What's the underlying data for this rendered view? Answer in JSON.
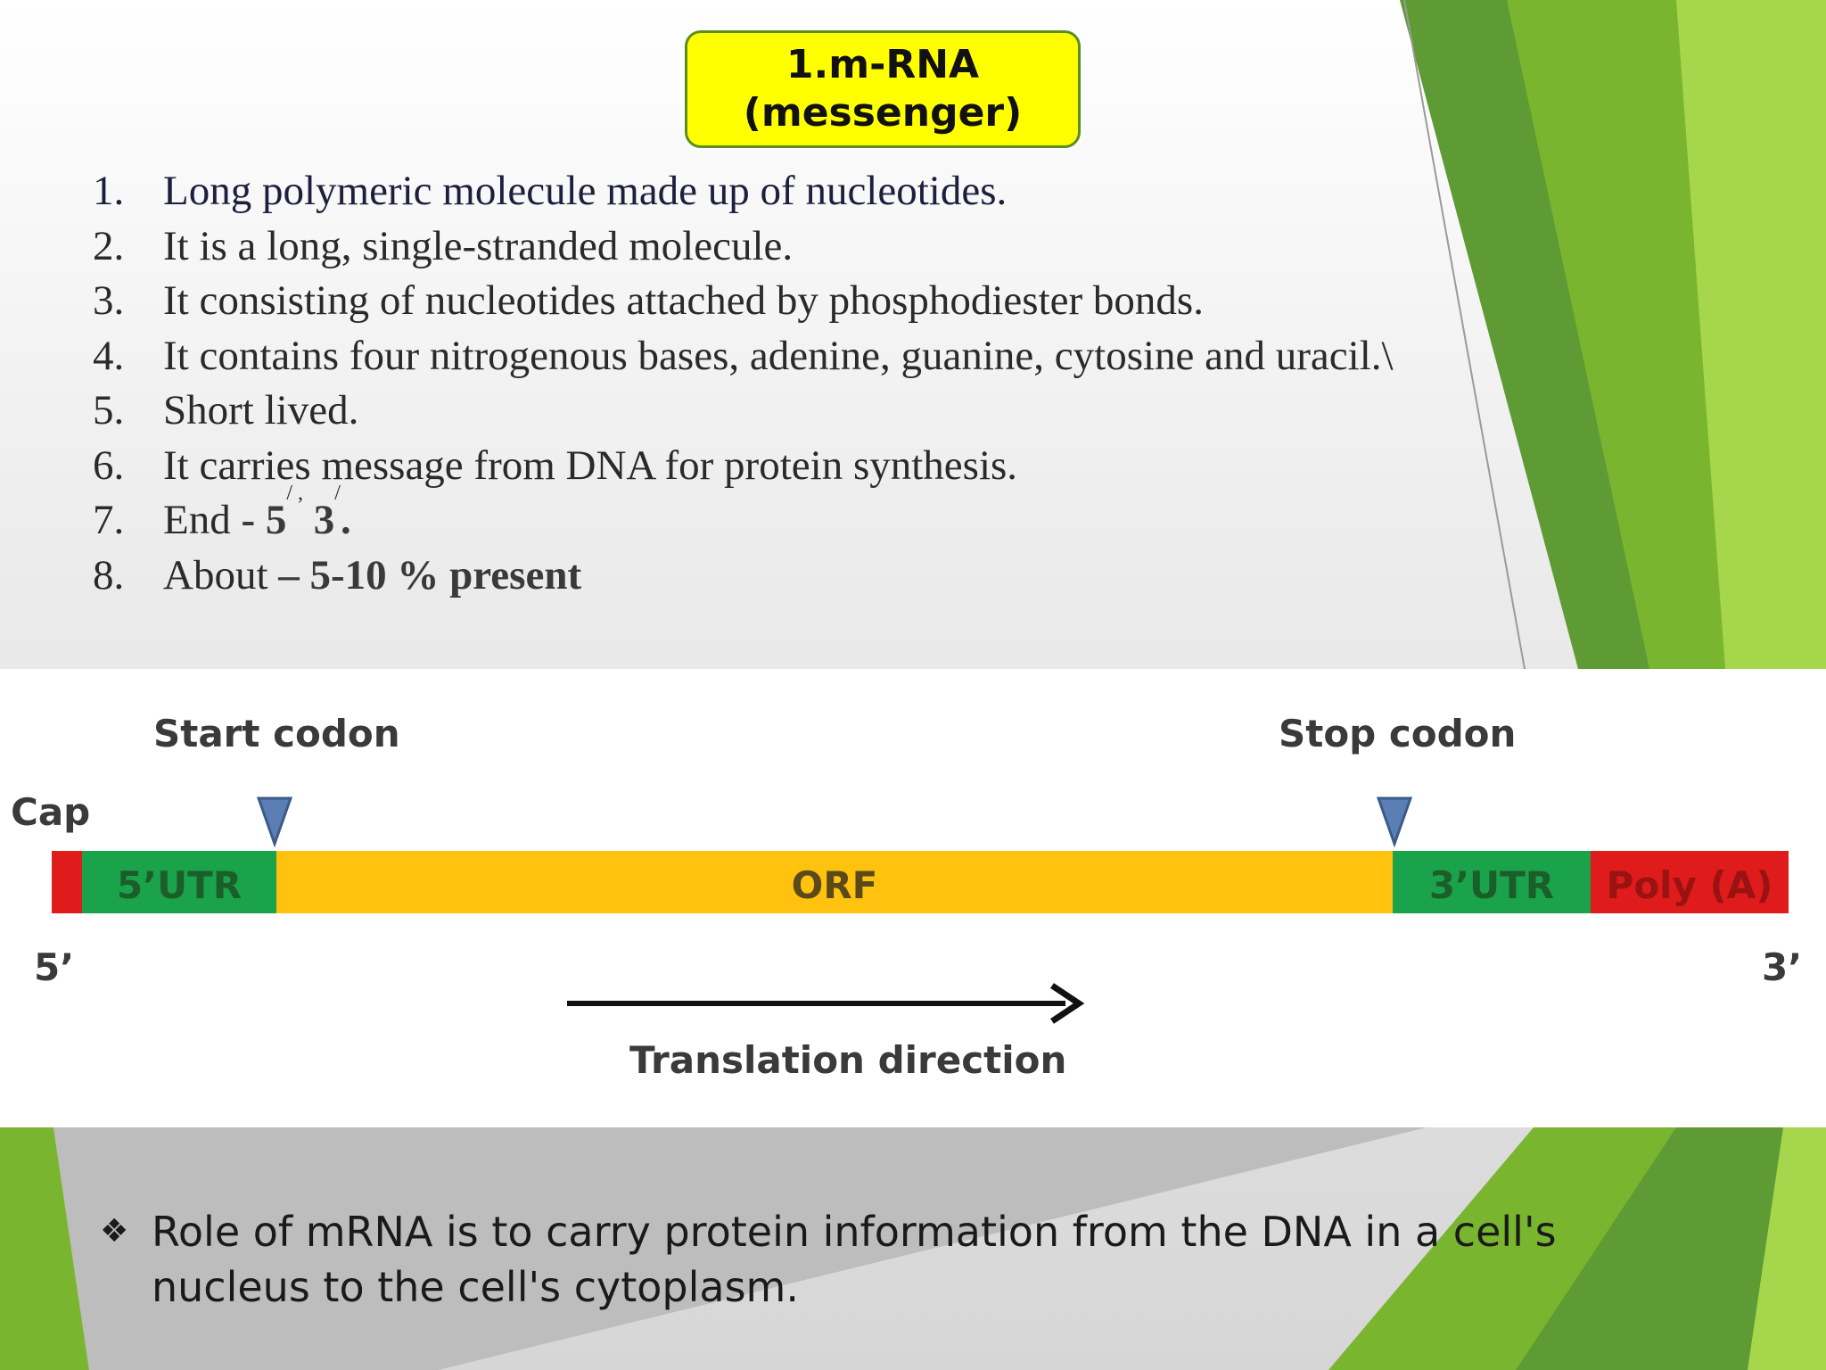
{
  "title": {
    "line1": "1.m-RNA",
    "line2": "(messenger)"
  },
  "points": [
    {
      "num": "1.",
      "text": "Long polymeric molecule made up of nucleotides."
    },
    {
      "num": "2.",
      "text": "It is a long, single-stranded molecule."
    },
    {
      "num": "3.",
      "text": "It consisting of nucleotides attached by phosphodiester bonds."
    },
    {
      "num": "4.",
      "text": "It contains four nitrogenous bases, adenine, guanine, cytosine and uracil.\\"
    },
    {
      "num": "5.",
      "text": "Short lived."
    },
    {
      "num": "6.",
      "text": "It carries message from DNA for protein synthesis."
    },
    {
      "num": "7.",
      "text_prefix": "End ",
      "bold_1": "- 5",
      "sup_1": "/ ,",
      "bold_2": " 3",
      "sup_2": "/",
      "bold_3": "."
    },
    {
      "num": "8.",
      "text_prefix": "About ",
      "bold": "– 5-10 % present"
    }
  ],
  "diagram": {
    "start_codon": "Start codon",
    "stop_codon": "Stop codon",
    "cap": "Cap",
    "segments": {
      "utr5": "5’UTR",
      "orf": "ORF",
      "utr3": "3’UTR",
      "polya": "Poly (A)"
    },
    "end_5": "5’",
    "end_3": "3’",
    "direction": "Translation direction",
    "colors": {
      "cap": "#e01b1b",
      "utr": "#1aa34a",
      "orf": "#ffc20e",
      "polya": "#e01b1b",
      "marker": "#5b7fb5"
    }
  },
  "role": {
    "bullet_icon": "diamond-bullet-icon",
    "text": "Role of mRNA is to carry protein information from the DNA in a cell's nucleus to the cell's cytoplasm."
  },
  "theme": {
    "accent_green": "#7cbd2a",
    "dark_green": "#4e8a2e",
    "title_fill": "#ffff00"
  }
}
